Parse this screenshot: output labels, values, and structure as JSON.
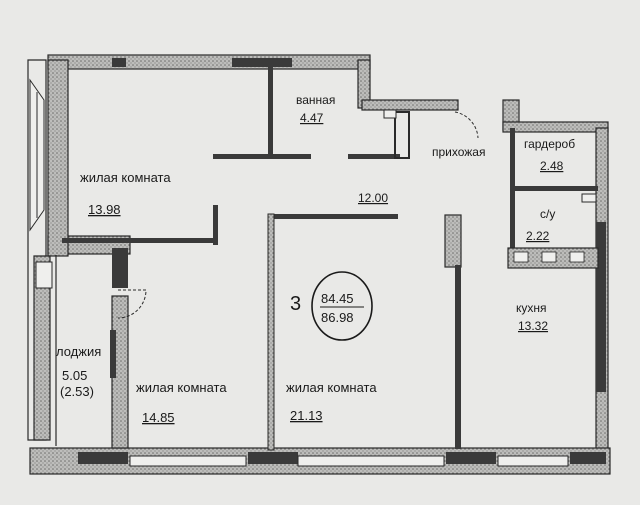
{
  "rooms": {
    "living1": {
      "name": "жилая комната",
      "area": "13.98"
    },
    "bath": {
      "name": "ванная",
      "area": "4.47"
    },
    "hall": {
      "name": "прихожая",
      "area": "12.00"
    },
    "wardrobe": {
      "name": "гардероб",
      "area": "2.48"
    },
    "wc": {
      "name": "с/у",
      "area": "2.22"
    },
    "kitchen": {
      "name": "кухня",
      "area": "13.32"
    },
    "loggia": {
      "name": "лоджия",
      "area": "5.05",
      "area_reduced": "(2.53)"
    },
    "living2": {
      "name": "жилая комната",
      "area": "14.85"
    },
    "living3": {
      "name": "жилая комната",
      "area": "21.13"
    }
  },
  "apartment": {
    "rooms_count": "3",
    "living_area": "84.45",
    "total_area": "86.98"
  },
  "colors": {
    "wall": "#3a3a3a",
    "hatch": "#9a9a98",
    "line": "#2a2a2a",
    "background": "#e9e9e7"
  }
}
